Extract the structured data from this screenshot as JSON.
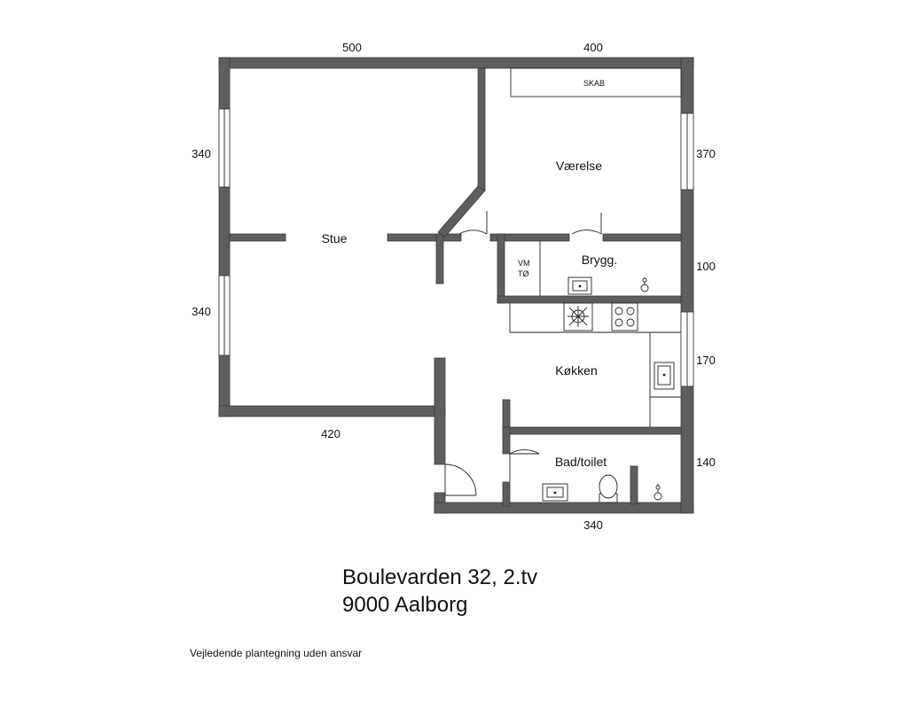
{
  "dimensions": {
    "top_left": "500",
    "top_right": "400",
    "left_upper": "340",
    "left_lower": "340",
    "right_vaerelse": "370",
    "right_brygg": "100",
    "right_kokken": "170",
    "right_bad": "140",
    "bottom_stue": "420",
    "bottom_bad": "340"
  },
  "rooms": {
    "stue": "Stue",
    "vaerelse": "Værelse",
    "brygg": "Brygg.",
    "kokken": "Køkken",
    "bad": "Bad/toilet"
  },
  "fixtures": {
    "skab": "SKAB",
    "vm": "VM",
    "to": "TØ"
  },
  "address": {
    "line1": "Boulevarden 32, 2.tv",
    "line2": "9000 Aalborg"
  },
  "disclaimer": "Vejledende plantegning uden ansvar"
}
